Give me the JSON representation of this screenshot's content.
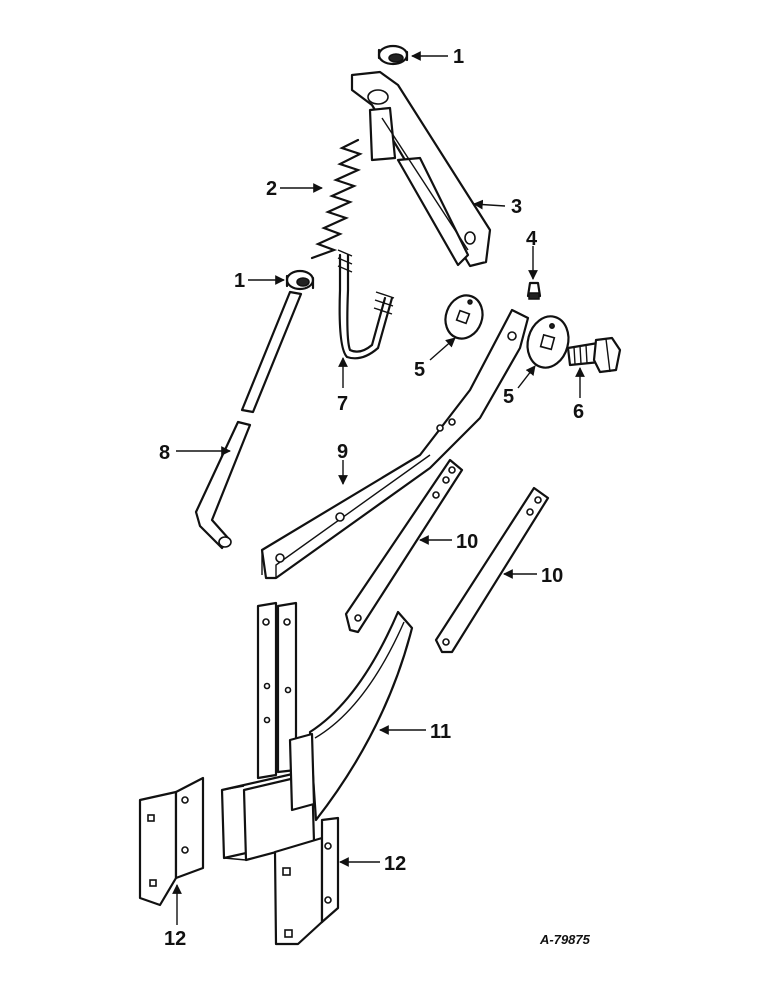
{
  "callouts": {
    "c1a": "1",
    "c1b": "1",
    "c2": "2",
    "c3": "3",
    "c4": "4",
    "c5a": "5",
    "c5b": "5",
    "c6": "6",
    "c7": "7",
    "c8": "8",
    "c9": "9",
    "c10a": "10",
    "c10b": "10",
    "c11": "11",
    "c12a": "12",
    "c12b": "12"
  },
  "reference_code": "A-79875",
  "colors": {
    "ink": "#111111",
    "paper": "#ffffff"
  }
}
